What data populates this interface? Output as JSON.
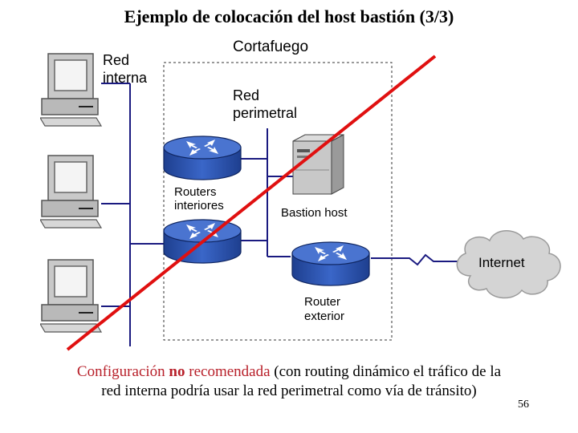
{
  "title": "Ejemplo de colocación del host bastión (3/3)",
  "labels": {
    "red_interna_line1": "Red",
    "red_interna_line2": "interna",
    "cortafuego": "Cortafuego",
    "red_perimetral_line1": "Red",
    "red_perimetral_line2": "perimetral",
    "routers_line1": "Routers",
    "routers_line2": "interiores",
    "bastion_host": "Bastion host",
    "router_line1": "Router",
    "router_line2": "exterior",
    "internet": "Internet"
  },
  "caption": {
    "part1": "Configuración",
    "part2": "no",
    "part3": "recomendada",
    "part4": "(con routing dinámico el tráfico de la",
    "line2": "red interna podría usar la red perimetral como vía de tránsito)"
  },
  "page_number": "56",
  "colors": {
    "network_line": "#1a1a80",
    "router_blue": "#2e57b8",
    "cross_line": "#e01010",
    "caption_red": "#b8202a",
    "cloud": "#d4d4d4"
  }
}
